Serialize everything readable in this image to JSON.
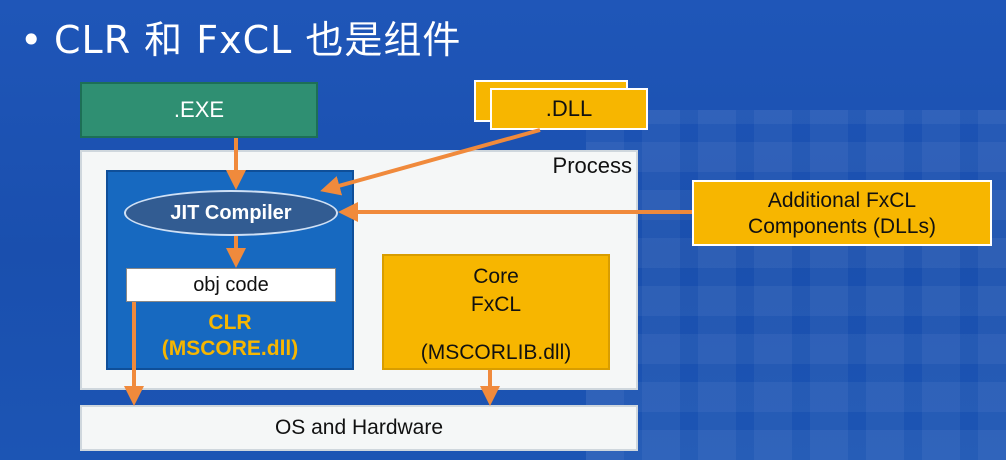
{
  "title": {
    "bullet": "•",
    "text": "CLR 和 FxCL 也是组件"
  },
  "diagram": {
    "exe": ".EXE",
    "dll": ".DLL",
    "process": "Process",
    "jit": "JIT Compiler",
    "obj_code": "obj code",
    "clr_line1": "CLR",
    "clr_line2": "(MSCORE.dll)",
    "core_line1": "Core",
    "core_line2": "FxCL",
    "core_line3": "(MSCORLIB.dll)",
    "additional_line1": "Additional FxCL",
    "additional_line2": "Components (DLLs)",
    "os": "OS and Hardware"
  },
  "colors": {
    "background": "#1f56b8",
    "exe": "#2f8f72",
    "accent_yellow": "#f7b600",
    "clr_blue": "#1769c0",
    "jit": "#325c92",
    "arrow": "#f08a3c"
  }
}
